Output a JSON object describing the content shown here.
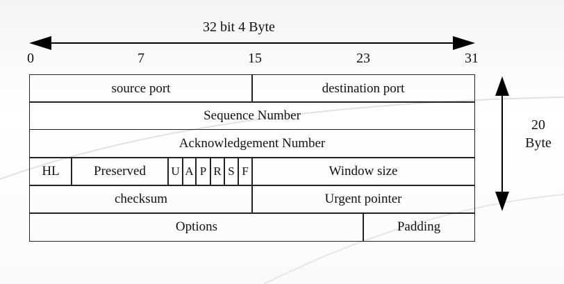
{
  "header": {
    "width_label": "32 bit 4 Byte",
    "ticks": [
      "0",
      "7",
      "15",
      "23",
      "31"
    ]
  },
  "side_label": {
    "line1": "20",
    "line2": "Byte"
  },
  "rows": {
    "r1": {
      "source_port": "source port",
      "destination_port": "destination port"
    },
    "r2": {
      "sequence_number": "Sequence Number"
    },
    "r3": {
      "ack_number": "Acknowledgement Number"
    },
    "r4": {
      "hl": "HL",
      "preserved": "Preserved",
      "flags": [
        "U",
        "A",
        "P",
        "R",
        "S",
        "F"
      ],
      "window_size": "Window size"
    },
    "r5": {
      "checksum": "checksum",
      "urgent_pointer": "Urgent pointer"
    },
    "r6": {
      "options": "Options",
      "padding": "Padding"
    }
  }
}
